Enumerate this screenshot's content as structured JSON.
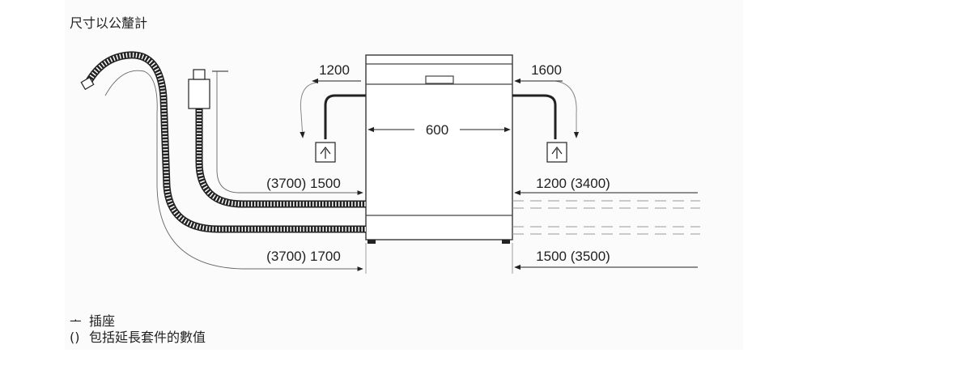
{
  "title": "尺寸以公釐計",
  "dimensions": {
    "left_top": "1200",
    "right_top": "1600",
    "width": "600",
    "left_hose_upper": "(3700) 1500",
    "left_hose_lower": "(3700) 1700",
    "right_upper": "1200 (3400)",
    "right_lower": "1500 (3500)"
  },
  "legend": {
    "socket_symbol": "ᅩ",
    "socket_label": "插座",
    "paren_symbol": "()",
    "paren_label": "包括延長套件的數值"
  },
  "colors": {
    "line": "#222222",
    "panel": "#fbfbfb",
    "dash": "#999999"
  }
}
